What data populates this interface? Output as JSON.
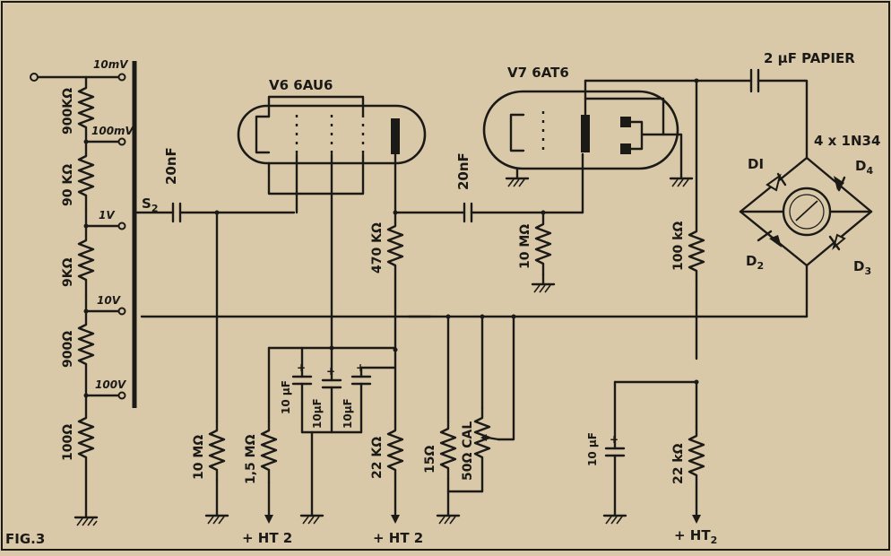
{
  "figure_label": "FIG.3",
  "attenuator": {
    "taps": [
      "10mV",
      "100mV",
      "1V",
      "10V",
      "100V"
    ],
    "resistors": [
      "900KΩ",
      "90 KΩ",
      "9KΩ",
      "900Ω",
      "100Ω"
    ],
    "switch_label": "S",
    "switch_sub": "2"
  },
  "tubes": {
    "v6": "V6  6AU6",
    "v7": "V7  6AT6"
  },
  "components": {
    "c_in": "20nF",
    "c_couple": "20nF",
    "c_out": "2 µF PAPIER",
    "r_grid": "10 MΩ",
    "r_screen": "1,5 MΩ",
    "r_plate": "470 KΩ",
    "r_plate_dec": "22 KΩ",
    "r_v7grid": "10 MΩ",
    "r_15": "15Ω",
    "cal": "50Ω CAL",
    "r_100k": "100 kΩ",
    "r_22k_right": "22 kΩ",
    "c_10u_1": "10 µF",
    "c_10u_2": "10µF",
    "c_10u_3": "10µF",
    "c_10u_right": "10 µF"
  },
  "bridge": {
    "title": "4 x 1N34",
    "d1": "DI",
    "d2": "D",
    "d2_sub": "2",
    "d3": "D",
    "d3_sub": "3",
    "d4": "D",
    "d4_sub": "4"
  },
  "supplies": {
    "ht_a": "+ HT 2",
    "ht_b": "+ HT 2",
    "ht_c": "+ HT",
    "ht_c_sub": "2"
  }
}
